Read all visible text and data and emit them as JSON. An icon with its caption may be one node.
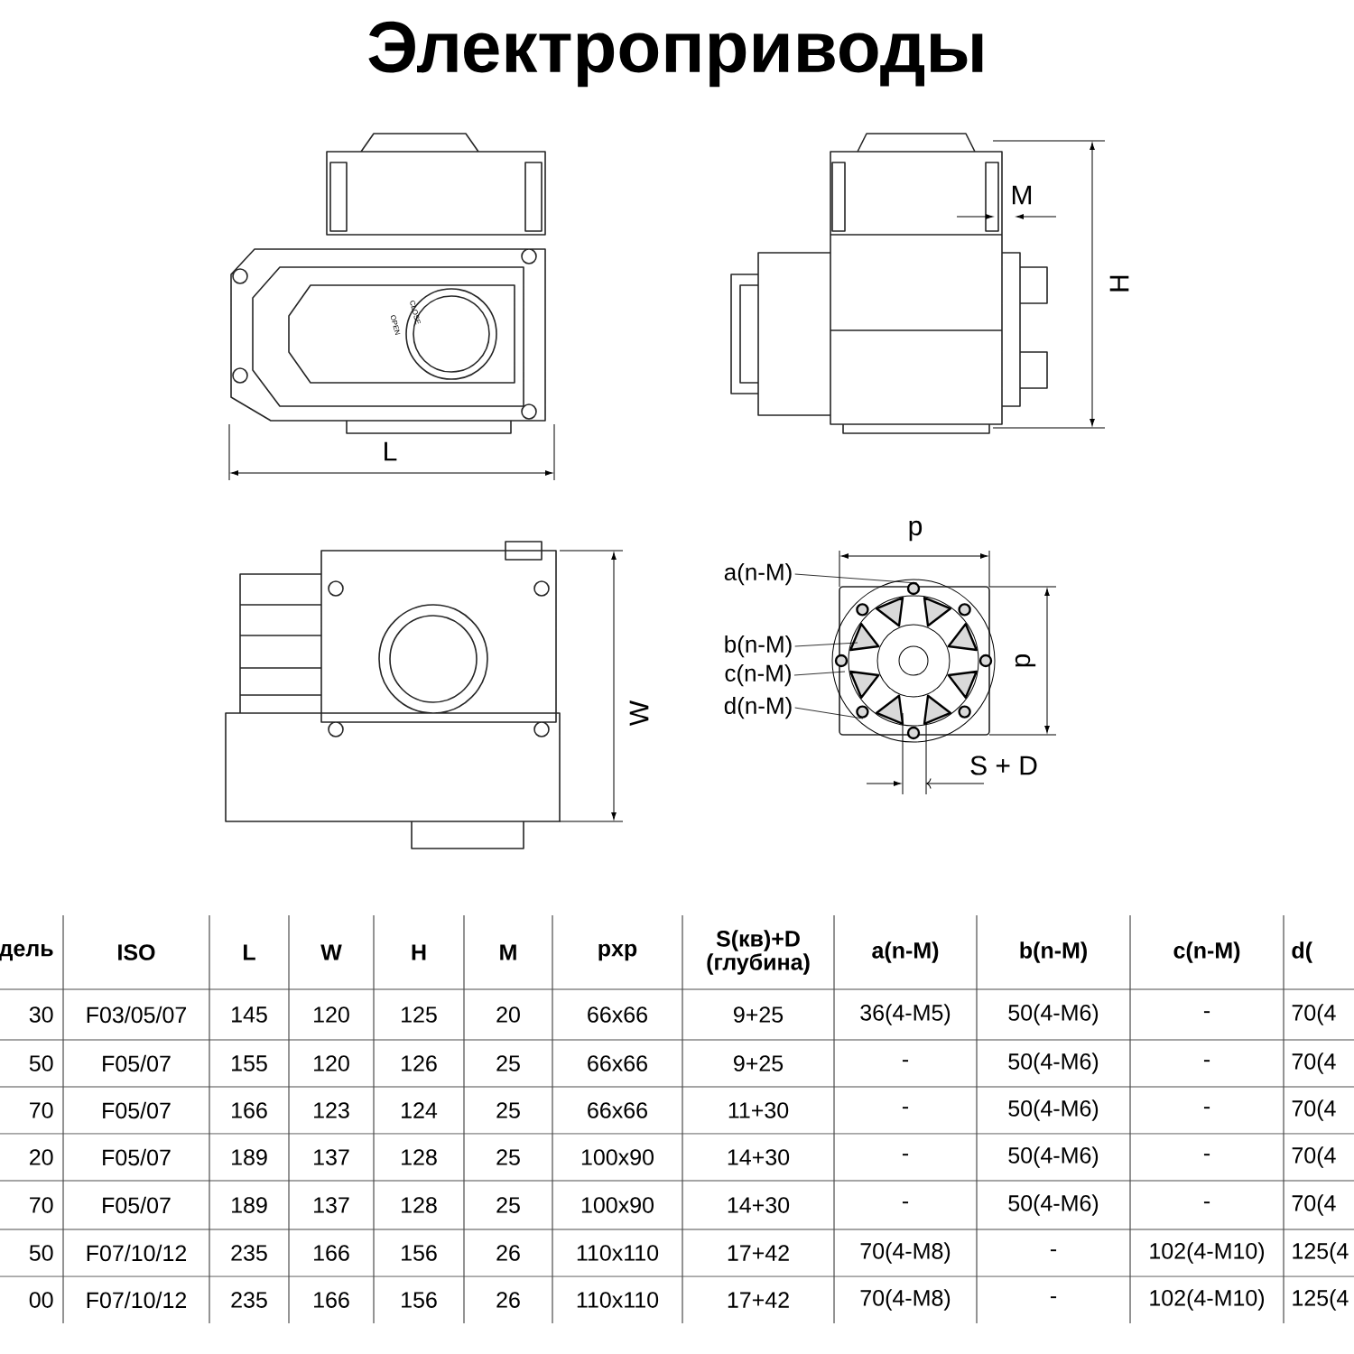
{
  "diagram": {
    "title": "Электроприводы",
    "nodes": [
      {
        "text": [
          "a(n-M)"
        ]
      },
      {
        "text": [
          "b(n-M)"
        ]
      },
      {
        "text": [
          "c(n-M)"
        ]
      },
      {
        "text": [
          "d(n-M)"
        ]
      },
      {
        "text": [],
        "shape": "box"
      }
    ],
    "edges": [
      {
        "from": 0,
        "to": 4,
        "arrow": "none"
      },
      {
        "from": 1,
        "to": 4,
        "arrow": "none"
      },
      {
        "from": 2,
        "to": 4,
        "arrow": "none"
      },
      {
        "from": 3,
        "to": 4,
        "arrow": "none"
      }
    ],
    "labels": [
      "OPEN",
      "CLOSE",
      "M",
      "H",
      "L",
      "p",
      "p",
      "W",
      "S + D",
      "дель",
      "ISO",
      "L",
      "W",
      "H",
      "M",
      "pxp",
      "S(кв)+D (глубина)",
      "a(n-M)",
      "b(n-M)",
      "c(n-M)",
      "d(",
      "30",
      "F03/05/07",
      "145",
      "120",
      "125",
      "20",
      "66x66",
      "9+25",
      "36(4-M5)",
      "50(4-M6)",
      "-",
      "70(4",
      "50",
      "F05/07",
      "155",
      "120",
      "126",
      "25",
      "66x66",
      "9+25",
      "-",
      "50(4-M6)",
      "-",
      "70(4",
      "70",
      "F05/07",
      "166",
      "123",
      "124",
      "25",
      "66x66",
      "11+30",
      "-",
      "50(4-M6)",
      "-",
      "70(4",
      "20",
      "F05/07",
      "189",
      "137",
      "128",
      "25",
      "100x90",
      "14+30",
      "-",
      "50(4-M6)",
      "-",
      "70(4",
      "70",
      "F05/07",
      "189",
      "137",
      "128",
      "25",
      "100x90",
      "14+30",
      "-",
      "50(4-M6)",
      "-",
      "70(4",
      "50",
      "F07/10/12",
      "235",
      "166",
      "156",
      "26",
      "110x110",
      "17+42",
      "70(4-M8)",
      "-",
      "102(4-M10)",
      "125(4",
      "00",
      "F07/10/12",
      "235",
      "166",
      "156",
      "26",
      "110x110",
      "17+42",
      "70(4-M8)",
      "-",
      "102(4-M10)",
      "125(4"
    ]
  }
}
